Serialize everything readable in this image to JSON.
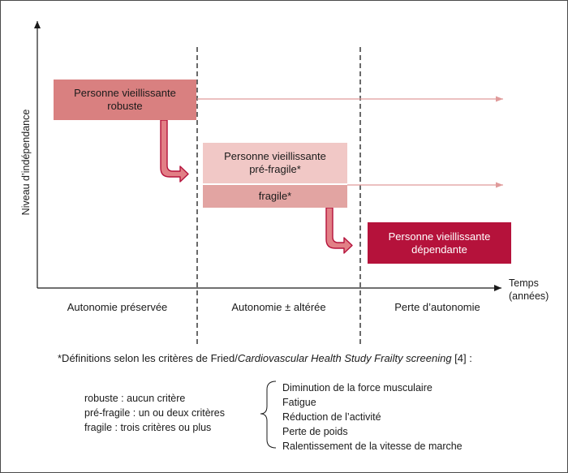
{
  "axes": {
    "y_label": "Niveau d’indépendance",
    "x_label_line1": "Temps",
    "x_label_line2": "(années)"
  },
  "phases": [
    {
      "label": "Autonomie préservée"
    },
    {
      "label": "Autonomie ± altérée"
    },
    {
      "label": "Perte d’autonomie"
    }
  ],
  "boxes": {
    "robust": "Personne vieillissante\nrobuste",
    "prefragile": "Personne vieillissante\npré-fragile*",
    "fragile": "fragile*",
    "dependent": "Personne vieillissante\ndépendante"
  },
  "colors": {
    "robust": "#d98080",
    "prefragile": "#f1c8c6",
    "fragile": "#e2a4a2",
    "dependent": "#b5123b",
    "arrow_dark": "#b5123b",
    "arrow_light": "#e09a9a",
    "axis": "#1a1a1a"
  },
  "footnote": {
    "prefix": "*Définitions selon les critères de Fried/",
    "italic": "Cardiovascular Health Study Frailty screening",
    "suffix": " [4] :"
  },
  "definitions": [
    "robuste : aucun critère",
    "pré-fragile : un ou deux critères",
    "fragile : trois critères ou plus"
  ],
  "criteria": [
    "Diminution de la force musculaire",
    "Fatigue",
    "Réduction de l’activité",
    "Perte de poids",
    "Ralentissement de la vitesse de marche"
  ]
}
